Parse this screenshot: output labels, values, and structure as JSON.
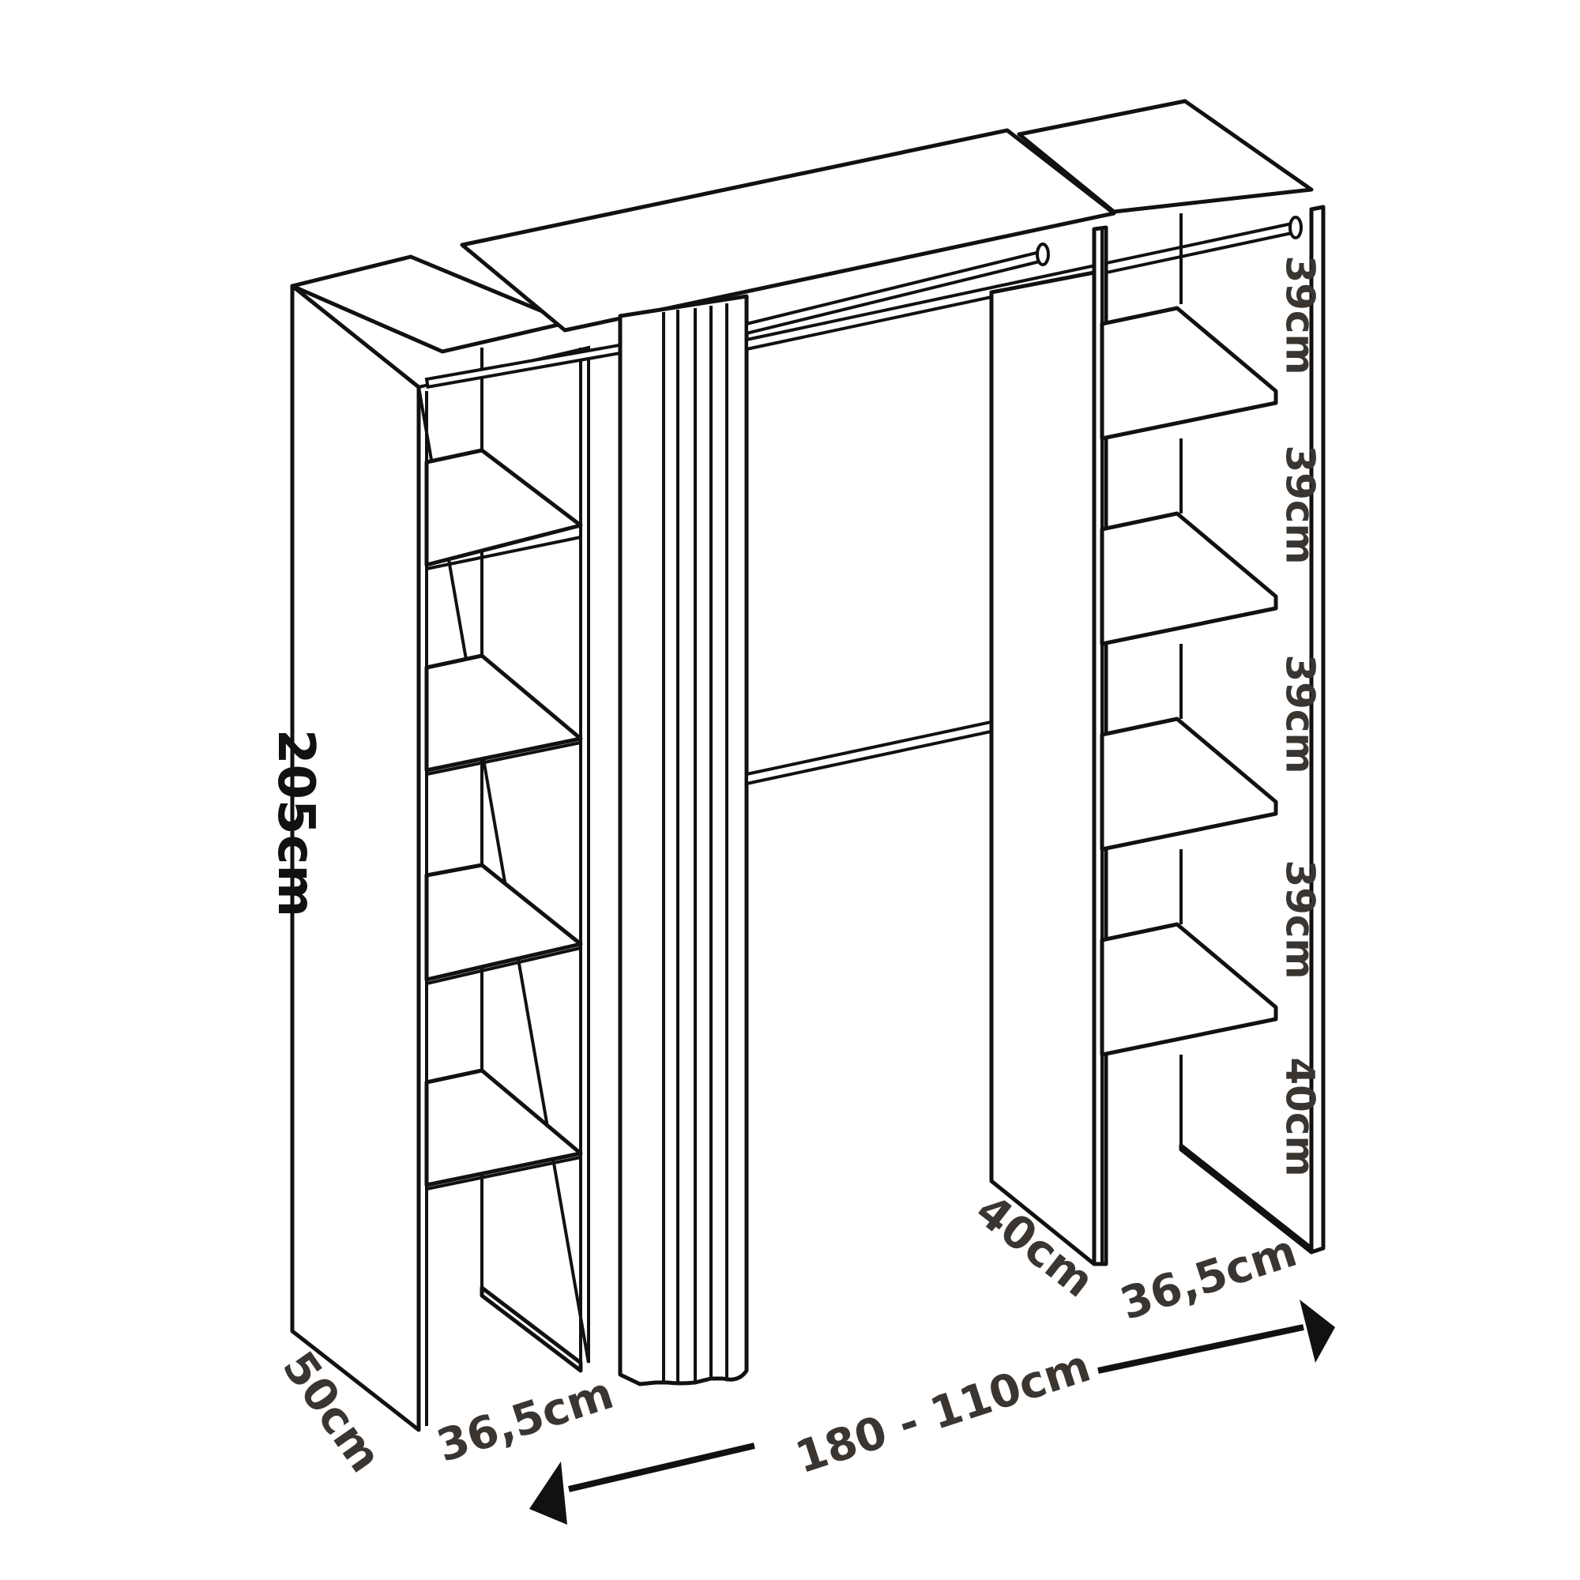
{
  "diagram": {
    "subject": "Extendable wardrobe / closet organizer with curtain and hanging rails",
    "colors": {
      "line": "#111111",
      "label": "#3a3530",
      "background": "#ffffff"
    },
    "dimensions": {
      "height": "205cm",
      "width_range": "180 - 110cm",
      "left_depth": "50cm",
      "left_shelf_depth": "36,5cm",
      "right_divider_depth": "40cm",
      "right_shelf_depth": "36,5cm"
    },
    "right_compartments": [
      {
        "label": "39cm"
      },
      {
        "label": "39cm"
      },
      {
        "label": "39cm"
      },
      {
        "label": "39cm"
      },
      {
        "label": "40cm"
      }
    ],
    "arrows": {
      "width_arrow": "double-headed-arrow"
    }
  }
}
